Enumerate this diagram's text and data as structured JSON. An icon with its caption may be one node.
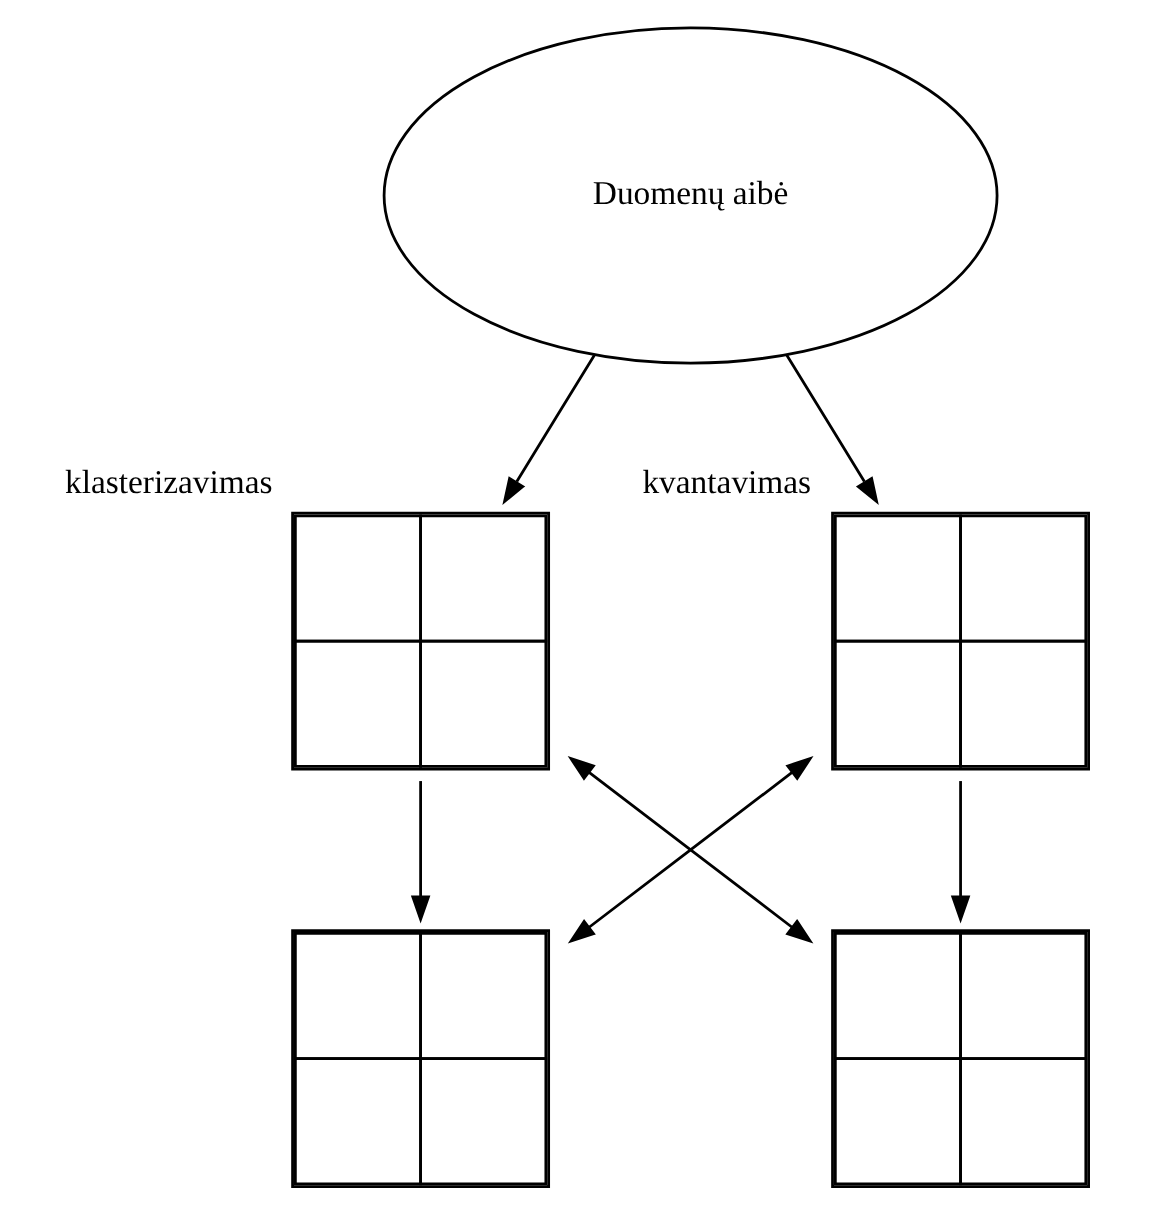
{
  "diagram": {
    "nodes": [
      {
        "text": [
          "Duomenų aibė"
        ]
      },
      {
        "text": [],
        "shape": "picture",
        "beside": [
          "klasterizavimas"
        ]
      },
      {
        "text": [],
        "shape": "picture",
        "beside": [
          "kvantavimas"
        ]
      },
      {
        "text": [],
        "shape": "picture"
      },
      {
        "text": [],
        "shape": "picture"
      }
    ],
    "edges": [
      {
        "from": 0,
        "to": 1,
        "arrow": "to"
      },
      {
        "from": 0,
        "to": 2,
        "arrow": "to"
      },
      {
        "from": 1,
        "to": 3,
        "arrow": "to"
      },
      {
        "from": 2,
        "to": 4,
        "arrow": "to"
      },
      {
        "from": 1,
        "to": 4,
        "arrow": "both"
      },
      {
        "from": 2,
        "to": 3,
        "arrow": "both"
      }
    ]
  }
}
